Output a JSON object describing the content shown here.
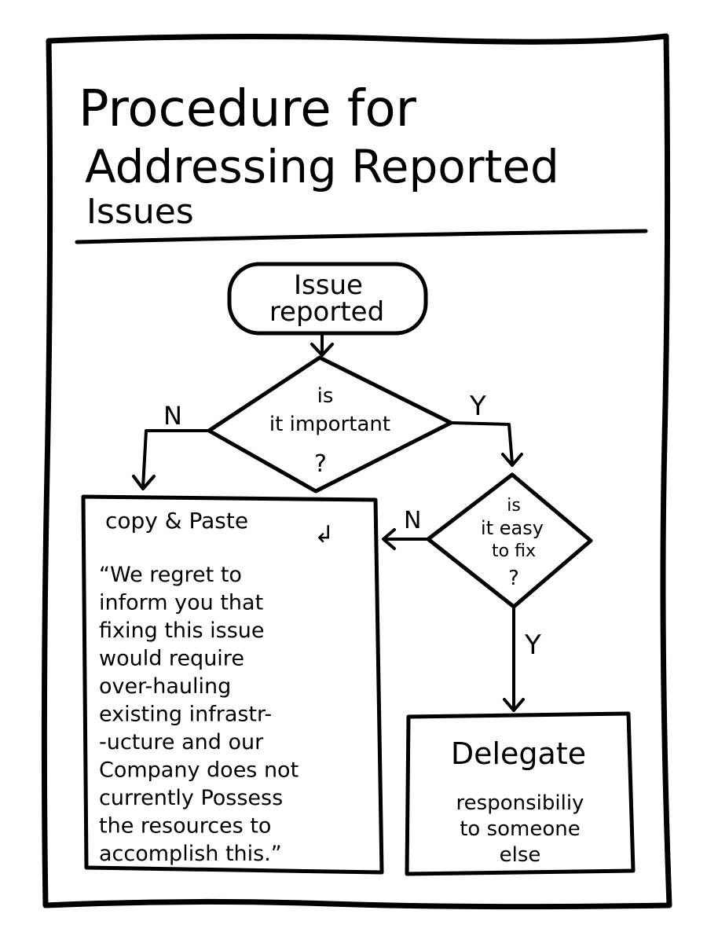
{
  "title": [
    "Procedure for",
    "Addressing Reported",
    "Issues"
  ],
  "start": [
    "Issue",
    "reported"
  ],
  "decision1": {
    "lines": [
      "is",
      "it important",
      "?"
    ],
    "no": "N",
    "yes": "Y"
  },
  "decision2": {
    "lines": [
      "is",
      "it easy",
      "to fix",
      "?"
    ],
    "no": "N",
    "yes": "Y"
  },
  "reply_box": {
    "heading": "copy & Paste",
    "heading_mark": "↲",
    "lines": [
      "“We regret to",
      "inform you that",
      "fixing this issue",
      "would require",
      "over-hauling",
      "existing infrastr-",
      "-ucture and our",
      "Company does not",
      "currently Possess",
      "the resources to",
      "accomplish this.”"
    ]
  },
  "delegate_box": {
    "heading": "Delegate",
    "lines": [
      "responsibiliy",
      "to someone",
      "else"
    ]
  }
}
